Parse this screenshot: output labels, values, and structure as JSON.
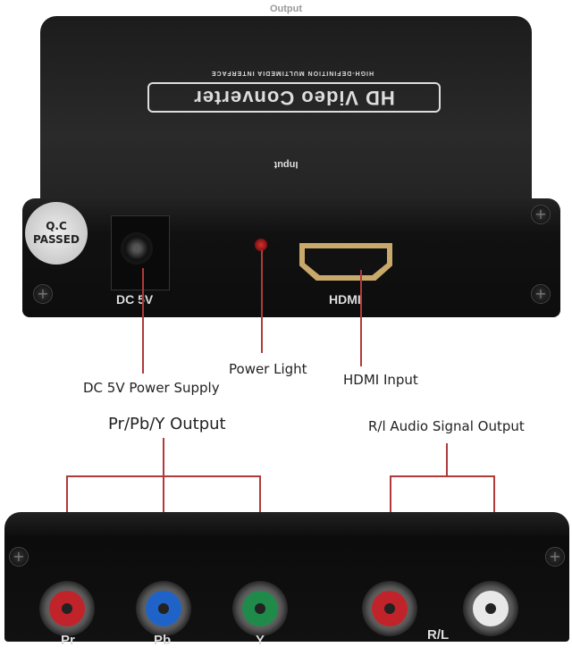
{
  "device_top": {
    "output_label": "Output",
    "brand": "HD Video Converter",
    "brand_sub": "HIGH-DEFINITION MULTIMEDIA INTERFACE",
    "input_label": "Input",
    "qc_badge": [
      "Q.C",
      "PASSED"
    ],
    "dc_port_label": "DC 5V",
    "hdmi_port_label": "HDMI"
  },
  "callouts": {
    "dc_power": "DC 5V Power Supply",
    "power_light": "Power Light",
    "hdmi_input": "HDMI Input",
    "component_output": "Pr/Pb/Y  Output",
    "audio_output": "R/l Audio Signal Output"
  },
  "device_bottom": {
    "ports": [
      {
        "label": "Pr",
        "color": "#c0242a"
      },
      {
        "label": "Pb",
        "color": "#1f63c8"
      },
      {
        "label": "Y",
        "color": "#1f8a4a"
      },
      {
        "label": "",
        "color": "#c0242a"
      },
      {
        "label": "",
        "color": "#e8e8e8"
      }
    ],
    "audio_label": "R/L"
  },
  "colors": {
    "callout_line": "#b03a3a",
    "device_body": "#151515",
    "hdmi_gold": "#c9a96b"
  }
}
